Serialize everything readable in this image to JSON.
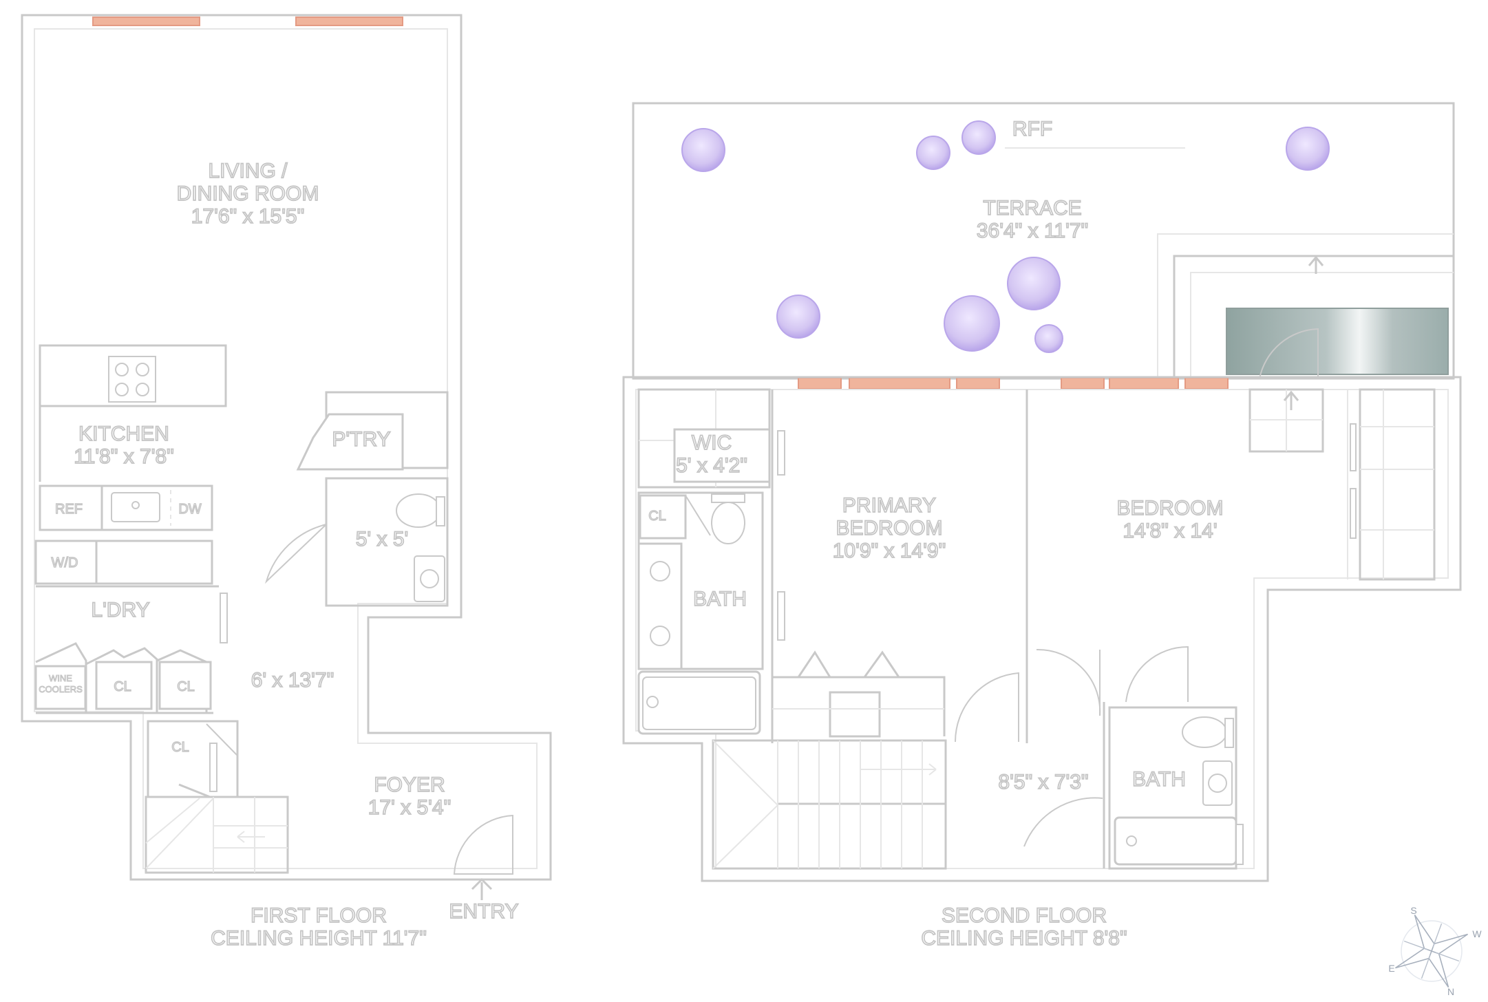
{
  "plan": {
    "first_floor": {
      "title": "FIRST FLOOR",
      "ceiling": "CEILING HEIGHT 11'7\"",
      "rooms": {
        "living_name1": "LIVING /",
        "living_name2": "DINING ROOM",
        "living_dim": "17'6\" x 15'5\"",
        "kitchen_name": "KITCHEN",
        "kitchen_dim": "11'8\" x 7'8\"",
        "pantry": "P'TRY",
        "powder_dim": "5' x 5'",
        "ref": "REF",
        "dw": "DW",
        "wd": "W/D",
        "laundry": "L'DRY",
        "wine1": "WINE",
        "wine2": "COOLERS",
        "cl_a": "CL",
        "cl_b": "CL",
        "cl_c": "CL",
        "hall_dim": "6' x 13'7\"",
        "foyer_name": "FOYER",
        "foyer_dim": "17' x 5'4\"",
        "entry": "ENTRY"
      }
    },
    "second_floor": {
      "title": "SECOND FLOOR",
      "ceiling": "CEILING HEIGHT 8'8\"",
      "rooms": {
        "rff": "RFF",
        "terrace_name": "TERRACE",
        "terrace_dim": "36'4\" x 11'7\"",
        "wic_name": "WIC",
        "wic_dim": "5' x 4'2\"",
        "cl": "CL",
        "bath_a": "BATH",
        "primary_name1": "PRIMARY",
        "primary_name2": "BEDROOM",
        "primary_dim": "10'9\" x 14'9\"",
        "bedroom_name": "BEDROOM",
        "bedroom_dim": "14'8\" x 14'",
        "hall_dim": "8'5\" x 7'3\"",
        "bath_b": "BATH"
      }
    },
    "compass": {
      "s": "S",
      "w": "W",
      "e": "E",
      "n": "N"
    },
    "colors": {
      "wall": "#c9c9c9",
      "window": "#f0b49c",
      "tree": "#c9b8ee",
      "skylight": "#a9b8b6"
    }
  }
}
